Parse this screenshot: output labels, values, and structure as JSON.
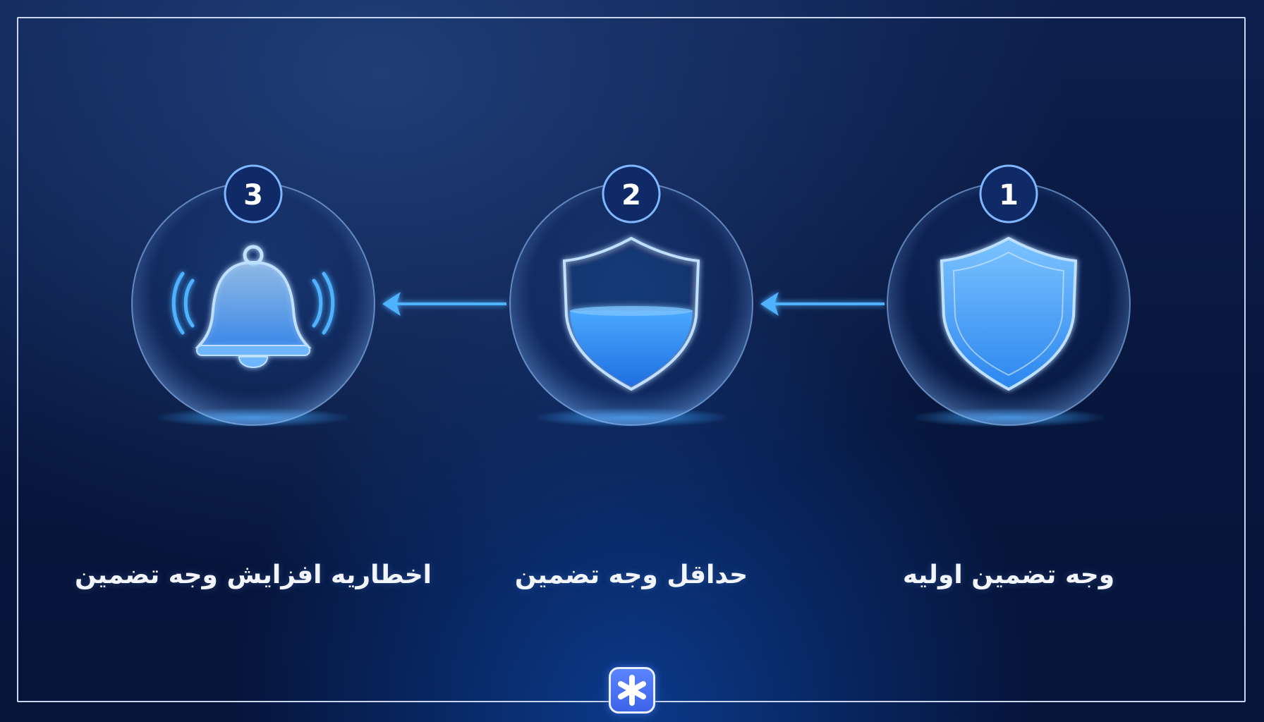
{
  "steps": [
    {
      "number": "1",
      "label": "وجه تضمین اولیه",
      "icon": "shield-full-icon"
    },
    {
      "number": "2",
      "label": "حداقل وجه تضمین",
      "icon": "shield-half-icon"
    },
    {
      "number": "3",
      "label": "اخطاریه افزایش وجه تضمین",
      "icon": "bell-alert-icon"
    }
  ],
  "colors": {
    "accent": "#3fa9ff",
    "background": "#0b1a45",
    "frame": "#c9d6ee",
    "logo": "#4a72f5"
  },
  "flow_direction": "right-to-left",
  "logo_icon": "asterisk-logo-icon"
}
